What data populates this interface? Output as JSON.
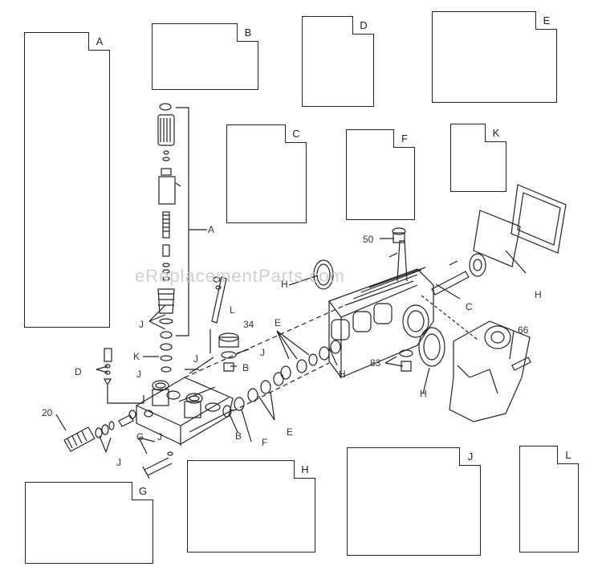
{
  "watermark": "eReplacementParts.com",
  "kits": {
    "A": "A",
    "B": "B",
    "C": "C",
    "D": "D",
    "E": "E",
    "F": "F",
    "G": "G",
    "H": "H",
    "J": "J",
    "K": "K",
    "L": "L"
  },
  "callouts": {
    "a": "A",
    "h_left": "H",
    "h_right": "H",
    "h_seal": "H",
    "h_mid": "H",
    "c": "C",
    "l": "L",
    "j_upper": "J",
    "j_k": "J",
    "k": "K",
    "j_34": "J",
    "b_34": "B",
    "d": "D",
    "j_d": "J",
    "e_top": "E",
    "e_bottom": "E",
    "b_bottom": "B",
    "f": "F",
    "g": "G",
    "j_g": "J",
    "j_left": "J",
    "n20": "20",
    "n34": "34",
    "n50": "50",
    "n66": "66",
    "n83": "83"
  }
}
